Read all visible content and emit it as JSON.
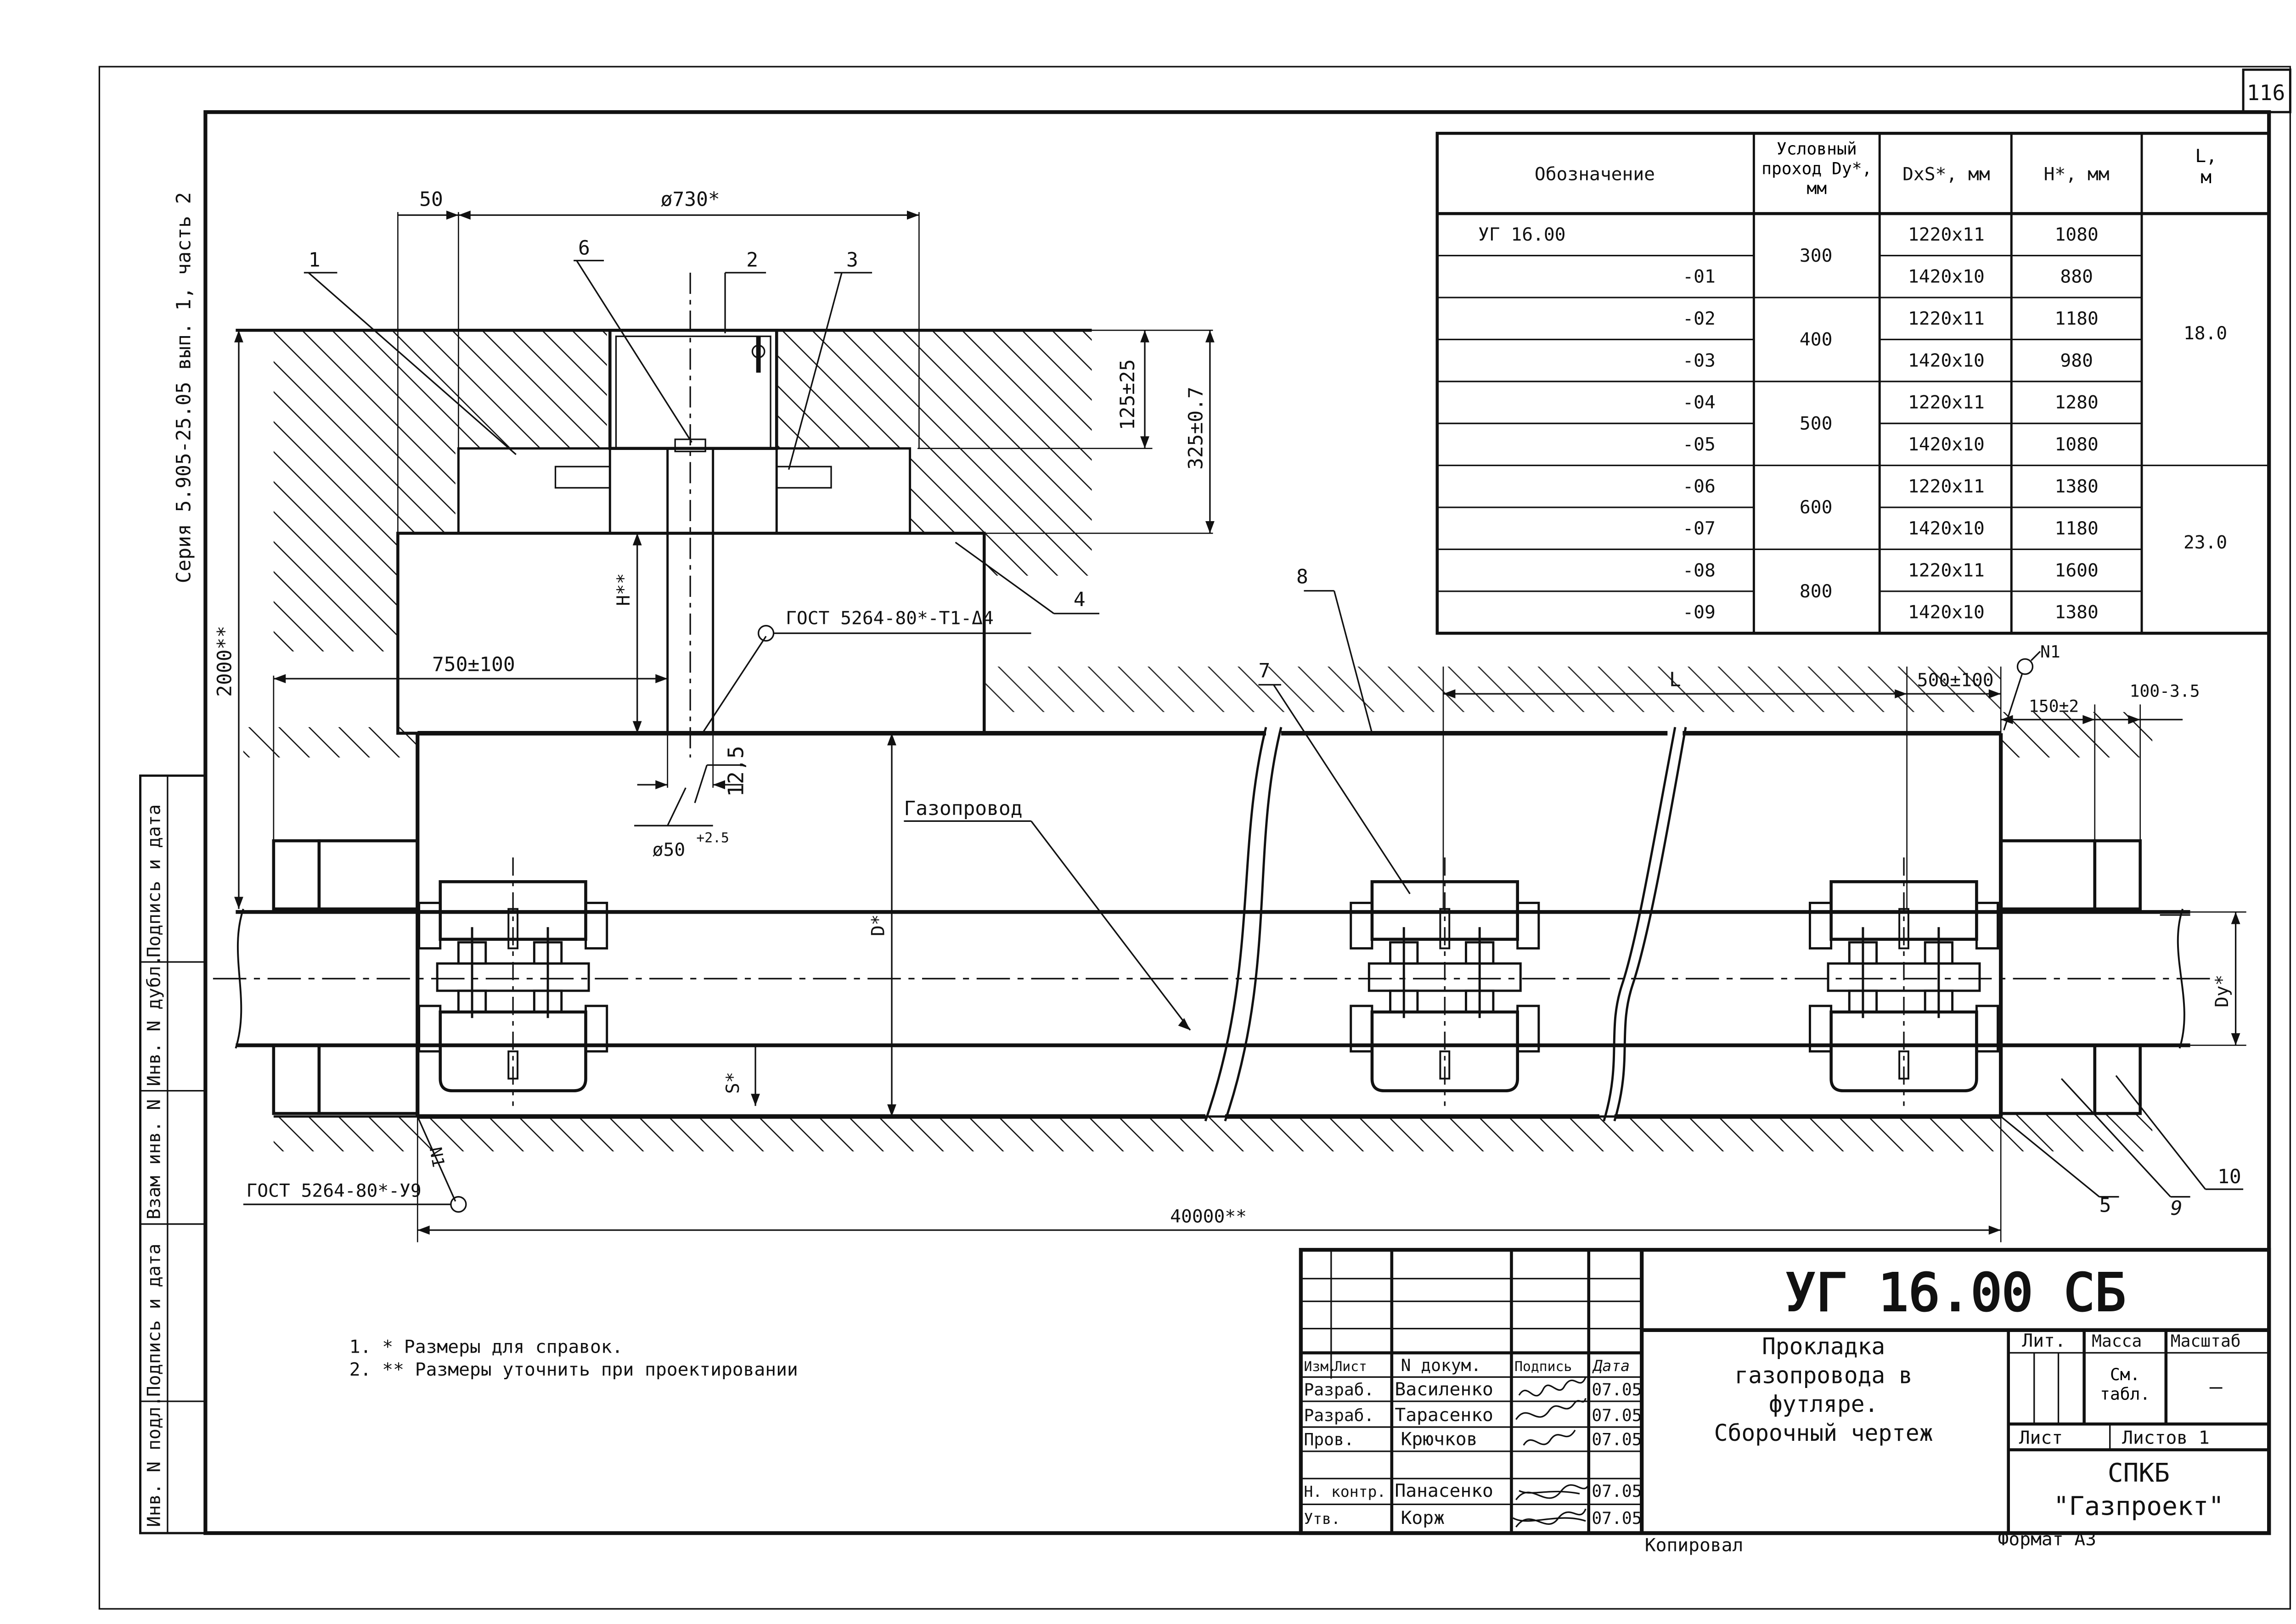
{
  "sheet_number": "116",
  "series_label": "Серия 5.905-25.05 вып. 1, часть 2",
  "margin_stamp": [
    "Инв. N подл.",
    "Подпись и дата",
    "Взам инв. N",
    "Инв. N дубл.",
    "Подпись и дата"
  ],
  "spec_table": {
    "headers": [
      "Обозначение",
      "Условный проход Dу*, мм",
      "DxS*, мм",
      "H*, мм",
      "L, м"
    ],
    "rows": [
      {
        "designation": "УГ 16.00",
        "dn": "300",
        "dxs": "1220x11",
        "h": "1080",
        "l": "18.0"
      },
      {
        "designation": "-01",
        "dn": "",
        "dxs": "1420x10",
        "h": "880",
        "l": ""
      },
      {
        "designation": "-02",
        "dn": "400",
        "dxs": "1220x11",
        "h": "1180",
        "l": ""
      },
      {
        "designation": "-03",
        "dn": "",
        "dxs": "1420x10",
        "h": "980",
        "l": ""
      },
      {
        "designation": "-04",
        "dn": "500",
        "dxs": "1220x11",
        "h": "1280",
        "l": ""
      },
      {
        "designation": "-05",
        "dn": "",
        "dxs": "1420x10",
        "h": "1080",
        "l": ""
      },
      {
        "designation": "-06",
        "dn": "600",
        "dxs": "1220x11",
        "h": "1380",
        "l": "23.0"
      },
      {
        "designation": "-07",
        "dn": "",
        "dxs": "1420x10",
        "h": "1180",
        "l": ""
      },
      {
        "designation": "-08",
        "dn": "800",
        "dxs": "1220x11",
        "h": "1600",
        "l": ""
      },
      {
        "designation": "-09",
        "dn": "",
        "dxs": "1420x10",
        "h": "1380",
        "l": ""
      }
    ]
  },
  "dimensions": {
    "d50": "50",
    "d730": "ø730*",
    "d125": "125±25",
    "d325": "325±0.7",
    "d2000": "2000**",
    "h": "H**",
    "d750": "750±100",
    "d12_5": "12,5",
    "d50b": "ø50",
    "d50b_sup": "+2.5",
    "d_pipe": "D*",
    "s": "S*",
    "L": "L",
    "d500": "500±100",
    "d150": "150±2",
    "d100": "100-3.5",
    "dy": "Dу*",
    "d40000": "40000**"
  },
  "callouts": {
    "c1": "1",
    "c2": "2",
    "c3": "3",
    "c4": "4",
    "c5": "5",
    "c6": "6",
    "c7": "7",
    "c8": "8",
    "c9": "9",
    "c10": "10",
    "weld1": "ГОСТ 5264-80*-Т1-Δ4",
    "weld2": "ГОСТ 5264-80*-У9",
    "n1": "N1",
    "n1b": "N1",
    "pipeline": "Газопровод"
  },
  "notes": [
    "1. * Размеры для справок.",
    "2. ** Размеры уточнить при проектировании"
  ],
  "title_block": {
    "code": "УГ 16.00 СБ",
    "title_lines": [
      "Прокладка",
      "газопровода в",
      "футляре.",
      "Сборочный чертеж"
    ],
    "col_headers": [
      "Изм.",
      "Лист",
      "N докум.",
      "Подпись",
      "Дата"
    ],
    "roles": [
      {
        "role": "Разраб.",
        "name": "Василенко",
        "date": "07.05"
      },
      {
        "role": "Разраб.",
        "name": "Тарасенко",
        "date": "07.05"
      },
      {
        "role": "Пров.",
        "name": "Крючков",
        "date": "07.05"
      },
      {
        "role": "Н. контр.",
        "name": "Панасенко",
        "date": "07.05"
      },
      {
        "role": "Утв.",
        "name": "Корж",
        "date": "07.05"
      }
    ],
    "lit": "Лит.",
    "mass": "Масса",
    "scale": "Масштаб",
    "mass_value": "См. табл.",
    "scale_value": "—",
    "sheet": "Лист",
    "sheets": "Листов 1",
    "org_line1": "СПКБ",
    "org_line2": "\"Газпроект\"",
    "copied": "Копировал",
    "format": "Формат А3"
  }
}
